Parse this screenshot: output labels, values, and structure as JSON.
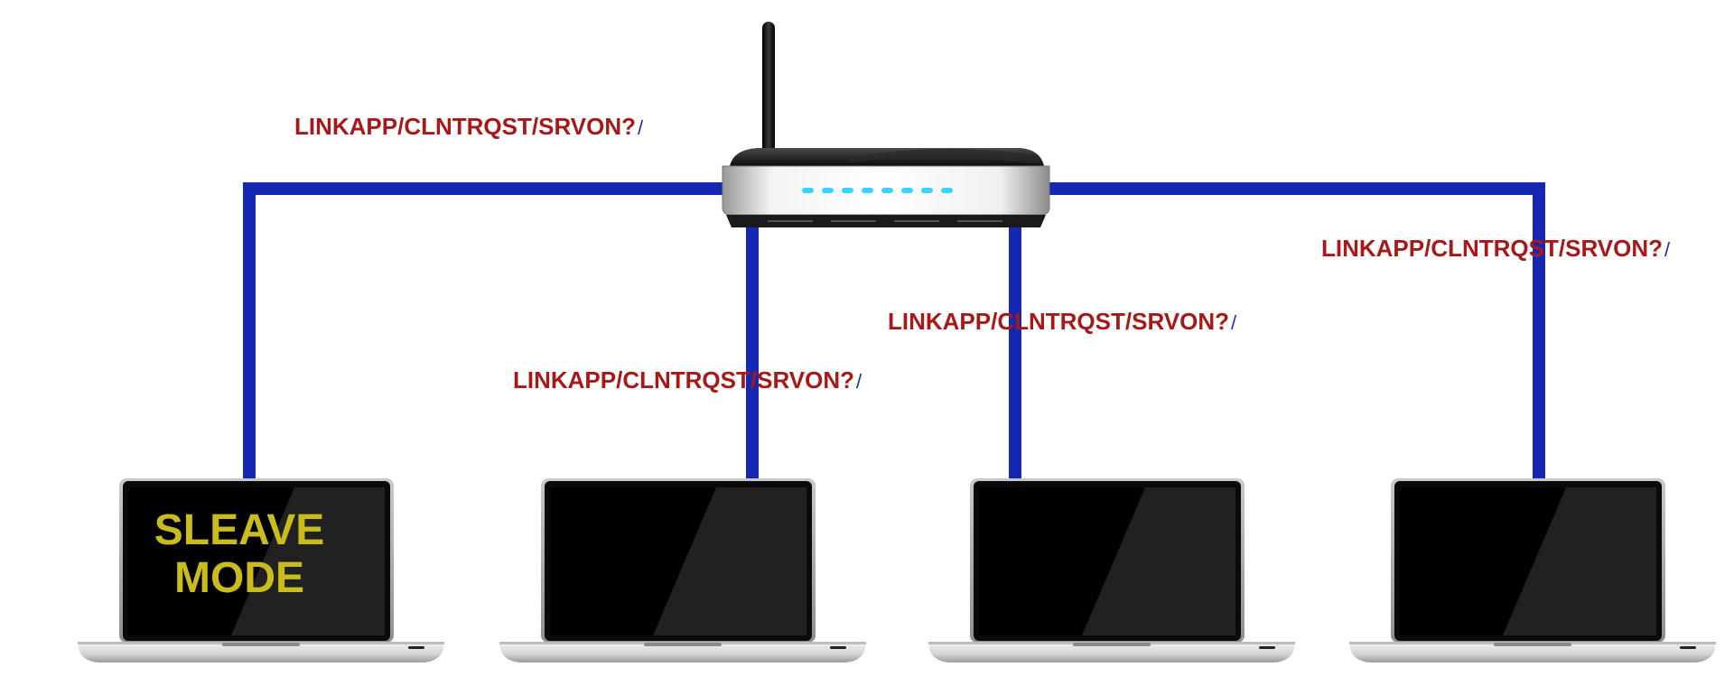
{
  "diagram": {
    "line_color": "#1428b4",
    "label_color": "#a81818",
    "slash_color": "#1a2fb0",
    "screen_text_color": "#c9bc1c",
    "router": {
      "icon": "wifi-router-icon",
      "led_color": "#3cd2ff"
    },
    "links": [
      {
        "label": "LINKAPP/CLNTRQST/SRVON?",
        "suffix": "/"
      },
      {
        "label": "LINKAPP/CLNTRQST/SRVON?",
        "suffix": "/"
      },
      {
        "label": "LINKAPP/CLNTRQST/SRVON?",
        "suffix": "/"
      },
      {
        "label": "LINKAPP/CLNTRQST/SRVON?",
        "suffix": "/"
      }
    ],
    "laptops": [
      {
        "icon": "laptop-icon",
        "screen_text_line1": "SLEAVE",
        "screen_text_line2": "MODE"
      },
      {
        "icon": "laptop-icon"
      },
      {
        "icon": "laptop-icon"
      },
      {
        "icon": "laptop-icon"
      }
    ]
  }
}
